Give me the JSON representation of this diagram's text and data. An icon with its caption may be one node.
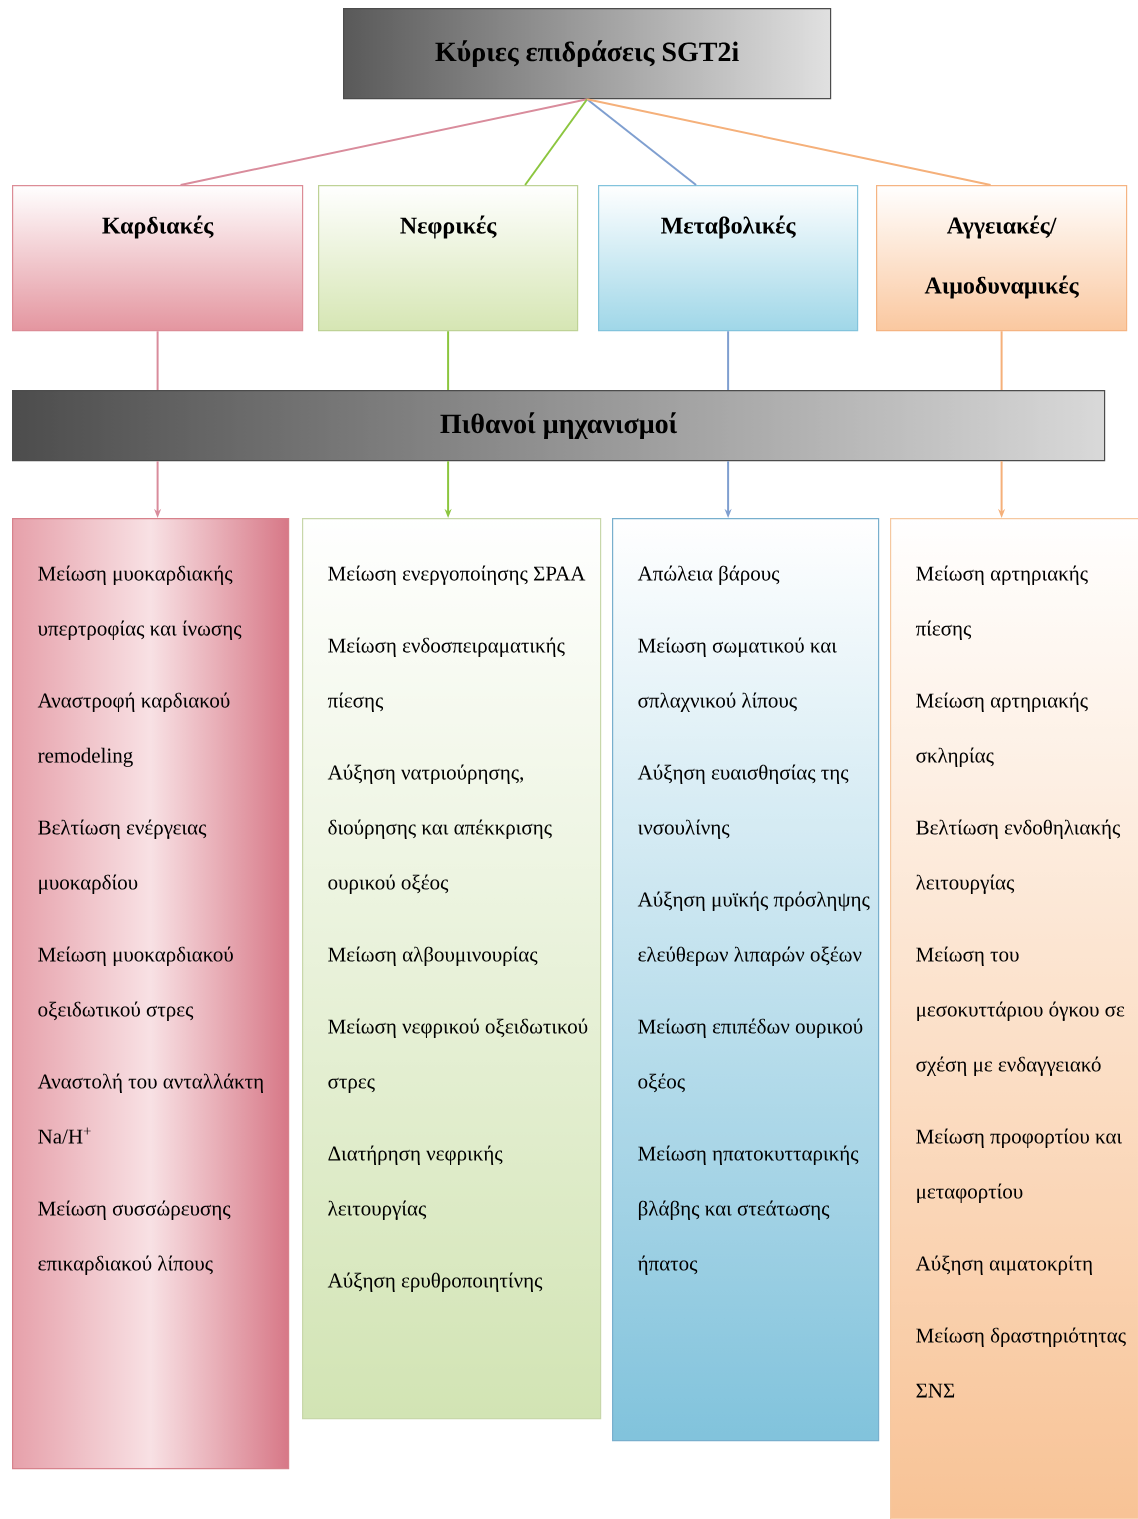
{
  "diagram": {
    "nodes": [
      {
        "text": [
          "Κύριες επιδράσεις SGT2i"
        ]
      },
      {
        "text": [
          "Καρδιακές"
        ]
      },
      {
        "text": [
          "Νεφρικές"
        ]
      },
      {
        "text": [
          "Μεταβολικές"
        ]
      },
      {
        "text": [
          "Αγγειακές/ Αιμοδυναμικές"
        ]
      },
      {
        "text": [
          "Πιθανοί μηχανισμοί"
        ]
      },
      {
        "text": [
          "Μείωση μυοκαρδιακής υπερτροφίας και ίνωσης",
          "Αναστροφή καρδιακού remodeling",
          "Βελτίωση ενέργειας μυοκαρδίου",
          "Μείωση μυοκαρδιακού οξειδωτικού στρες",
          "Αναστολή του ανταλλάκτη Na/H$^{+}$",
          "Μείωση συσσώρευσης επικαρδιακού λίπους"
        ]
      },
      {
        "text": [
          "Μείωση ενεργοποίησης ΣΡΑΑ",
          "Μείωση ενδοσπειραματικής πίεσης",
          "Αύξηση νατριούρησης, διούρησης και απέκκρισης ουρικού οξέος",
          "Μείωση αλβουμινουρίας",
          "Μείωση νεφρικού οξειδωτικού στρες",
          "Διατήρηση νεφρικής λειτουργίας",
          "Αύξηση ερυθροποιητίνης"
        ]
      },
      {
        "text": [
          "Απώλεια βάρους",
          "Μείωση σωματικού και σπλαχνικού λίπους",
          "Αύξηση ευαισθησίας της ινσουλίνης",
          "Αύξηση μυϊκής πρόσληψης ελεύθερων λιπαρών οξέων",
          "Μείωση επιπέδων ουρικού οξέος",
          "Μείωση ηπατοκυτταρικής βλάβης και στεάτωσης ήπατος"
        ]
      },
      {
        "text": [
          "Μείωση αρτηριακής πίεσης",
          "Μείωση αρτηριακής σκληρίας",
          "Βελτίωση ενδοθηλιακής λειτουργίας",
          "Μείωση του μεσοκυττάριου όγκου σε σχέση με ενδαγγειακό",
          "Μείωση προφορτίου και μεταφορτίου",
          "Αύξηση αιματοκρίτη",
          "Μείωση δραστηριότητας ΣΝΣ"
        ]
      }
    ],
    "edges": [
      {
        "from": 0,
        "to": 1,
        "arrow": "none",
        "color": "#d98c9c"
      },
      {
        "from": 0,
        "to": 2,
        "arrow": "none",
        "color": "#8cc63f"
      },
      {
        "from": 0,
        "to": 3,
        "arrow": "none",
        "color": "#7f9fd0"
      },
      {
        "from": 0,
        "to": 4,
        "arrow": "none",
        "color": "#f5b07a"
      },
      {
        "from": 1,
        "to": 5,
        "arrow": "none",
        "color": "#d98c9c"
      },
      {
        "from": 2,
        "to": 5,
        "arrow": "none",
        "color": "#8cc63f"
      },
      {
        "from": 3,
        "to": 5,
        "arrow": "none",
        "color": "#7f9fd0"
      },
      {
        "from": 4,
        "to": 5,
        "arrow": "none",
        "color": "#f5b07a"
      },
      {
        "from": 5,
        "to": 6,
        "arrow": "to",
        "color": "#d98c9c"
      },
      {
        "from": 5,
        "to": 7,
        "arrow": "to",
        "color": "#8cc63f"
      },
      {
        "from": 5,
        "to": 8,
        "arrow": "to",
        "color": "#7f9fd0"
      },
      {
        "from": 5,
        "to": 9,
        "arrow": "to",
        "color": "#f5b07a"
      }
    ]
  }
}
